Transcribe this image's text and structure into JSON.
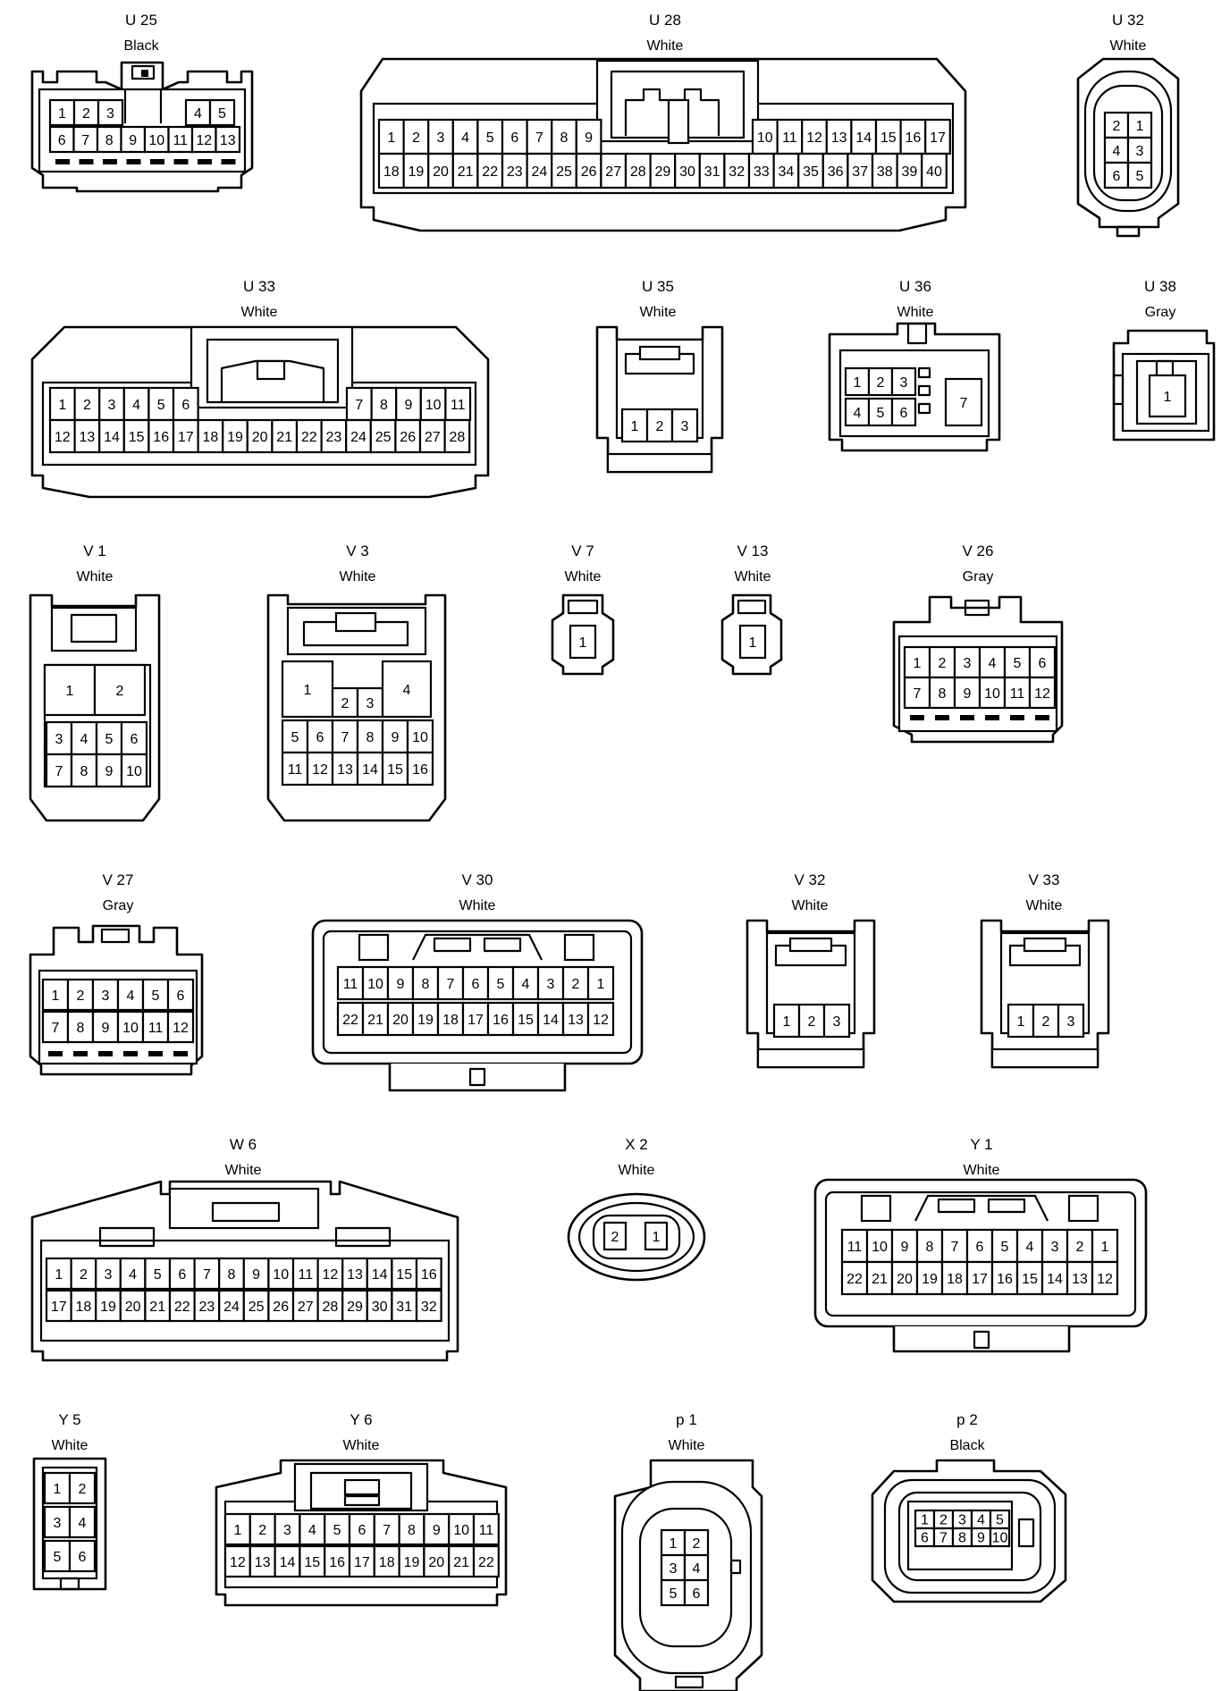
{
  "connectors": [
    {
      "id": "U 25",
      "color": "Black",
      "pins": [
        "1",
        "2",
        "3",
        "4",
        "5",
        "6",
        "7",
        "8",
        "9",
        "10",
        "11",
        "12",
        "13"
      ]
    },
    {
      "id": "U 28",
      "color": "White",
      "pins": [
        "1",
        "2",
        "3",
        "4",
        "5",
        "6",
        "7",
        "8",
        "9",
        "10",
        "11",
        "12",
        "13",
        "14",
        "15",
        "16",
        "17",
        "18",
        "19",
        "20",
        "21",
        "22",
        "23",
        "24",
        "25",
        "26",
        "27",
        "28",
        "29",
        "30",
        "31",
        "32",
        "33",
        "34",
        "35",
        "36",
        "37",
        "38",
        "39",
        "40"
      ]
    },
    {
      "id": "U 32",
      "color": "White",
      "pins": [
        "2",
        "1",
        "4",
        "3",
        "6",
        "5"
      ]
    },
    {
      "id": "U 33",
      "color": "White",
      "pins": [
        "1",
        "2",
        "3",
        "4",
        "5",
        "6",
        "7",
        "8",
        "9",
        "10",
        "11",
        "12",
        "13",
        "14",
        "15",
        "16",
        "17",
        "18",
        "19",
        "20",
        "21",
        "22",
        "23",
        "24",
        "25",
        "26",
        "27",
        "28"
      ]
    },
    {
      "id": "U 35",
      "color": "White",
      "pins": [
        "1",
        "2",
        "3"
      ]
    },
    {
      "id": "U 36",
      "color": "White",
      "pins": [
        "1",
        "2",
        "3",
        "4",
        "5",
        "6",
        "7"
      ]
    },
    {
      "id": "U 38",
      "color": "Gray",
      "pins": [
        "1"
      ]
    },
    {
      "id": "V 1",
      "color": "White",
      "pins": [
        "1",
        "2",
        "3",
        "4",
        "5",
        "6",
        "7",
        "8",
        "9",
        "10"
      ]
    },
    {
      "id": "V 3",
      "color": "White",
      "pins": [
        "1",
        "2",
        "3",
        "4",
        "5",
        "6",
        "7",
        "8",
        "9",
        "10",
        "11",
        "12",
        "13",
        "14",
        "15",
        "16"
      ]
    },
    {
      "id": "V 7",
      "color": "White",
      "pins": [
        "1"
      ]
    },
    {
      "id": "V 13",
      "color": "White",
      "pins": [
        "1"
      ]
    },
    {
      "id": "V 26",
      "color": "Gray",
      "pins": [
        "1",
        "2",
        "3",
        "4",
        "5",
        "6",
        "7",
        "8",
        "9",
        "10",
        "11",
        "12"
      ]
    },
    {
      "id": "V 27",
      "color": "Gray",
      "pins": [
        "1",
        "2",
        "3",
        "4",
        "5",
        "6",
        "7",
        "8",
        "9",
        "10",
        "11",
        "12"
      ]
    },
    {
      "id": "V 30",
      "color": "White",
      "pins": [
        "11",
        "10",
        "9",
        "8",
        "7",
        "6",
        "5",
        "4",
        "3",
        "2",
        "1",
        "22",
        "21",
        "20",
        "19",
        "18",
        "17",
        "16",
        "15",
        "14",
        "13",
        "12"
      ]
    },
    {
      "id": "V 32",
      "color": "White",
      "pins": [
        "1",
        "2",
        "3"
      ]
    },
    {
      "id": "V 33",
      "color": "White",
      "pins": [
        "1",
        "2",
        "3"
      ]
    },
    {
      "id": "W 6",
      "color": "White",
      "pins": [
        "1",
        "2",
        "3",
        "4",
        "5",
        "6",
        "7",
        "8",
        "9",
        "10",
        "11",
        "12",
        "13",
        "14",
        "15",
        "16",
        "17",
        "18",
        "19",
        "20",
        "21",
        "22",
        "23",
        "24",
        "25",
        "26",
        "27",
        "28",
        "29",
        "30",
        "31",
        "32"
      ]
    },
    {
      "id": "X 2",
      "color": "White",
      "pins": [
        "2",
        "1"
      ]
    },
    {
      "id": "Y 1",
      "color": "White",
      "pins": [
        "11",
        "10",
        "9",
        "8",
        "7",
        "6",
        "5",
        "4",
        "3",
        "2",
        "1",
        "22",
        "21",
        "20",
        "19",
        "18",
        "17",
        "16",
        "15",
        "14",
        "13",
        "12"
      ]
    },
    {
      "id": "Y 5",
      "color": "White",
      "pins": [
        "1",
        "2",
        "3",
        "4",
        "5",
        "6"
      ]
    },
    {
      "id": "Y 6",
      "color": "White",
      "pins": [
        "1",
        "2",
        "3",
        "4",
        "5",
        "6",
        "7",
        "8",
        "9",
        "10",
        "11",
        "12",
        "13",
        "14",
        "15",
        "16",
        "17",
        "18",
        "19",
        "20",
        "21",
        "22"
      ]
    },
    {
      "id": "p 1",
      "color": "White",
      "pins": [
        "1",
        "2",
        "3",
        "4",
        "5",
        "6"
      ]
    },
    {
      "id": "p 2",
      "color": "Black",
      "pins": [
        "1",
        "2",
        "3",
        "4",
        "5",
        "6",
        "7",
        "8",
        "9",
        "10"
      ]
    }
  ]
}
